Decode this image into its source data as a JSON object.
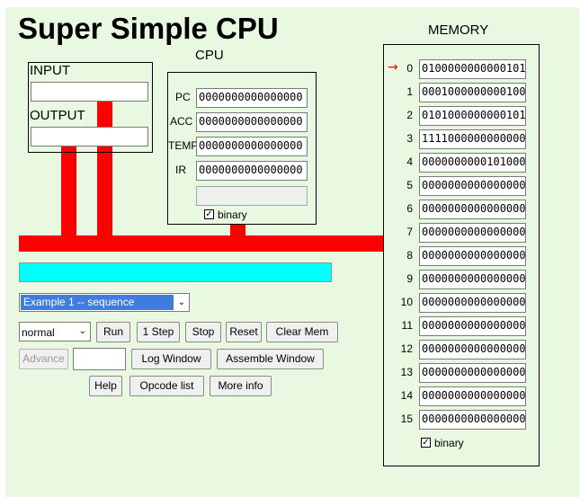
{
  "app": {
    "title": "Super Simple CPU"
  },
  "io": {
    "input_label": "INPUT",
    "input_value": "",
    "output_label": "OUTPUT",
    "output_value": ""
  },
  "cpu": {
    "label": "CPU",
    "registers": [
      {
        "name": "PC",
        "value": "0000000000000000"
      },
      {
        "name": "ACC",
        "value": "0000000000000000"
      },
      {
        "name": "TEMP",
        "value": "0000000000000000"
      },
      {
        "name": "IR",
        "value": "0000000000000000"
      }
    ],
    "decoded_value": "",
    "binary_label": "binary",
    "binary_checked": true
  },
  "memory": {
    "label": "MEMORY",
    "pointer_address": 0,
    "cells": [
      {
        "addr": "0",
        "value": "0100000000000101"
      },
      {
        "addr": "1",
        "value": "0001000000000100"
      },
      {
        "addr": "2",
        "value": "0101000000000101"
      },
      {
        "addr": "3",
        "value": "1111000000000000"
      },
      {
        "addr": "4",
        "value": "0000000000101000"
      },
      {
        "addr": "5",
        "value": "0000000000000000"
      },
      {
        "addr": "6",
        "value": "0000000000000000"
      },
      {
        "addr": "7",
        "value": "0000000000000000"
      },
      {
        "addr": "8",
        "value": "0000000000000000"
      },
      {
        "addr": "9",
        "value": "0000000000000000"
      },
      {
        "addr": "10",
        "value": "0000000000000000"
      },
      {
        "addr": "11",
        "value": "0000000000000000"
      },
      {
        "addr": "12",
        "value": "0000000000000000"
      },
      {
        "addr": "13",
        "value": "0000000000000000"
      },
      {
        "addr": "14",
        "value": "0000000000000000"
      },
      {
        "addr": "15",
        "value": "0000000000000000"
      }
    ],
    "binary_label": "binary",
    "binary_checked": true
  },
  "status_bar": {
    "text": ""
  },
  "controls": {
    "example_select": "Example 1 -- sequence",
    "speed_select": "normal",
    "run": "Run",
    "step": "1 Step",
    "stop": "Stop",
    "reset": "Reset",
    "clear_mem": "Clear Mem",
    "advance": "Advance",
    "advance_value": "",
    "log_window": "Log Window",
    "assemble_window": "Assemble Window",
    "help": "Help",
    "opcode_list": "Opcode list",
    "more_info": "More info"
  },
  "colors": {
    "background": "#e9f8e0",
    "bus": "#ff0000",
    "status_bar": "#00ffff",
    "pointer": "#ff0000"
  },
  "icons": {
    "pointer": "right-arrow-icon",
    "checkbox": "checkmark-icon"
  }
}
